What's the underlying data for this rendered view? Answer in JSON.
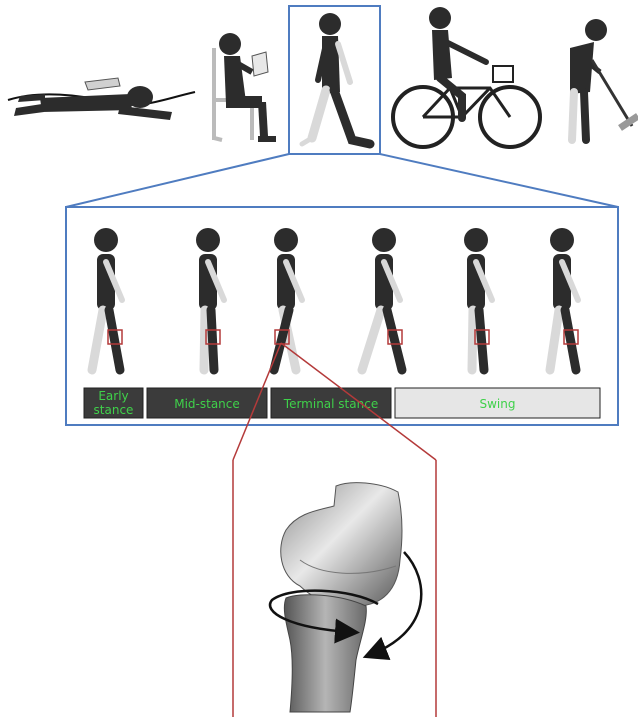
{
  "colors": {
    "frame_blue": "#4f7cc0",
    "frame_red": "#b43a3a",
    "phase_dark_fill": "#3b3b3b",
    "phase_light_fill": "#e6e6e6",
    "phase_text_green": "#3fd14a",
    "figure_dark": "#2c2c2c",
    "figure_light": "#d9d9d9"
  },
  "activities": [
    {
      "name": "lying-prone"
    },
    {
      "name": "sitting-reading"
    },
    {
      "name": "walking"
    },
    {
      "name": "cycling"
    },
    {
      "name": "vacuuming"
    }
  ],
  "gait_phases": [
    {
      "label_lines": [
        "Early",
        "stance"
      ],
      "style": "dark"
    },
    {
      "label_lines": [
        "Mid-stance"
      ],
      "style": "dark"
    },
    {
      "label_lines": [
        "Terminal stance"
      ],
      "style": "dark"
    },
    {
      "label_lines": [
        "Swing"
      ],
      "style": "light"
    }
  ],
  "knee_model": {
    "icons": [
      "femur-icon",
      "tibia-icon",
      "rotation-arrow-icon",
      "flexion-arrow-icon"
    ]
  }
}
